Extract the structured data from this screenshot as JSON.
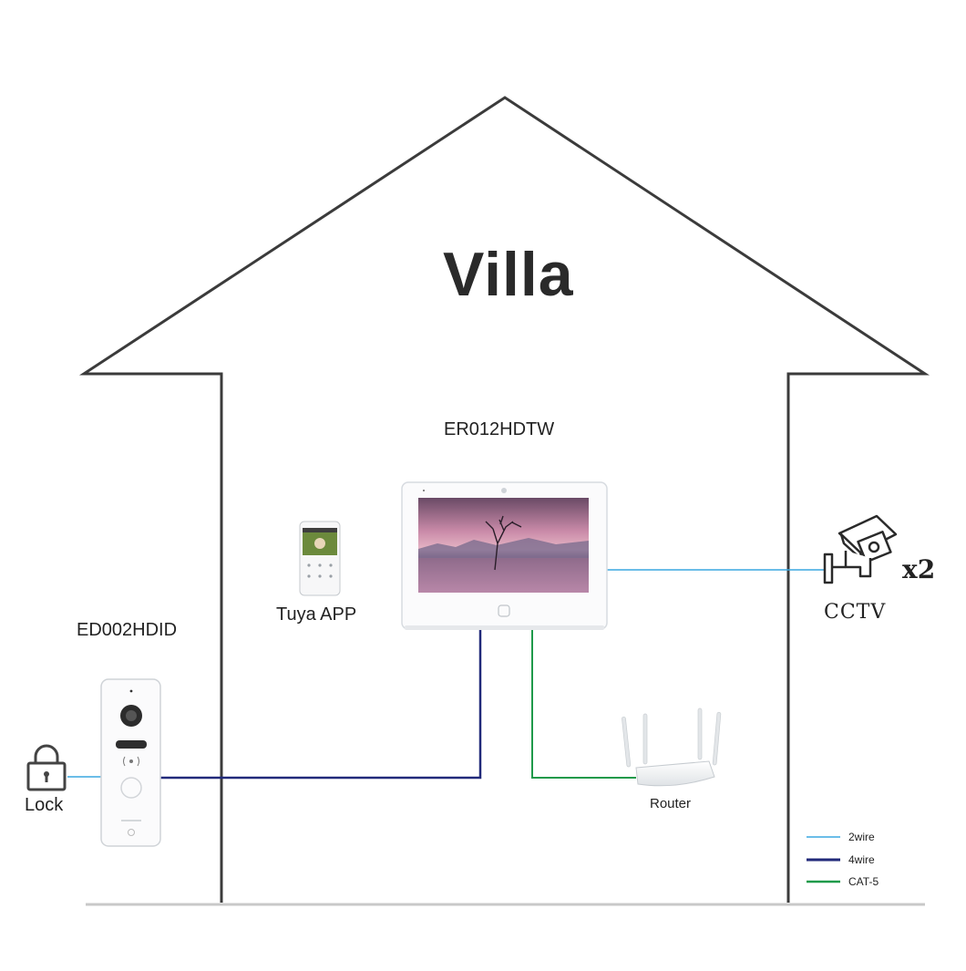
{
  "title": "Villa",
  "devices": {
    "monitor": "ER012HDTW",
    "app": "Tuya APP",
    "door_station": "ED002HDID",
    "lock": "Lock",
    "router": "Router",
    "cctv": "CCTV",
    "cctv_count": "x2"
  },
  "legend": [
    {
      "label": "2wire",
      "color": "#3aa7e0"
    },
    {
      "label": "4wire",
      "color": "#222a7a"
    },
    {
      "label": "CAT-5",
      "color": "#1f9a4a"
    }
  ],
  "colors": {
    "house_outline": "#3b3b3b",
    "ground": "#c8c8c8"
  }
}
